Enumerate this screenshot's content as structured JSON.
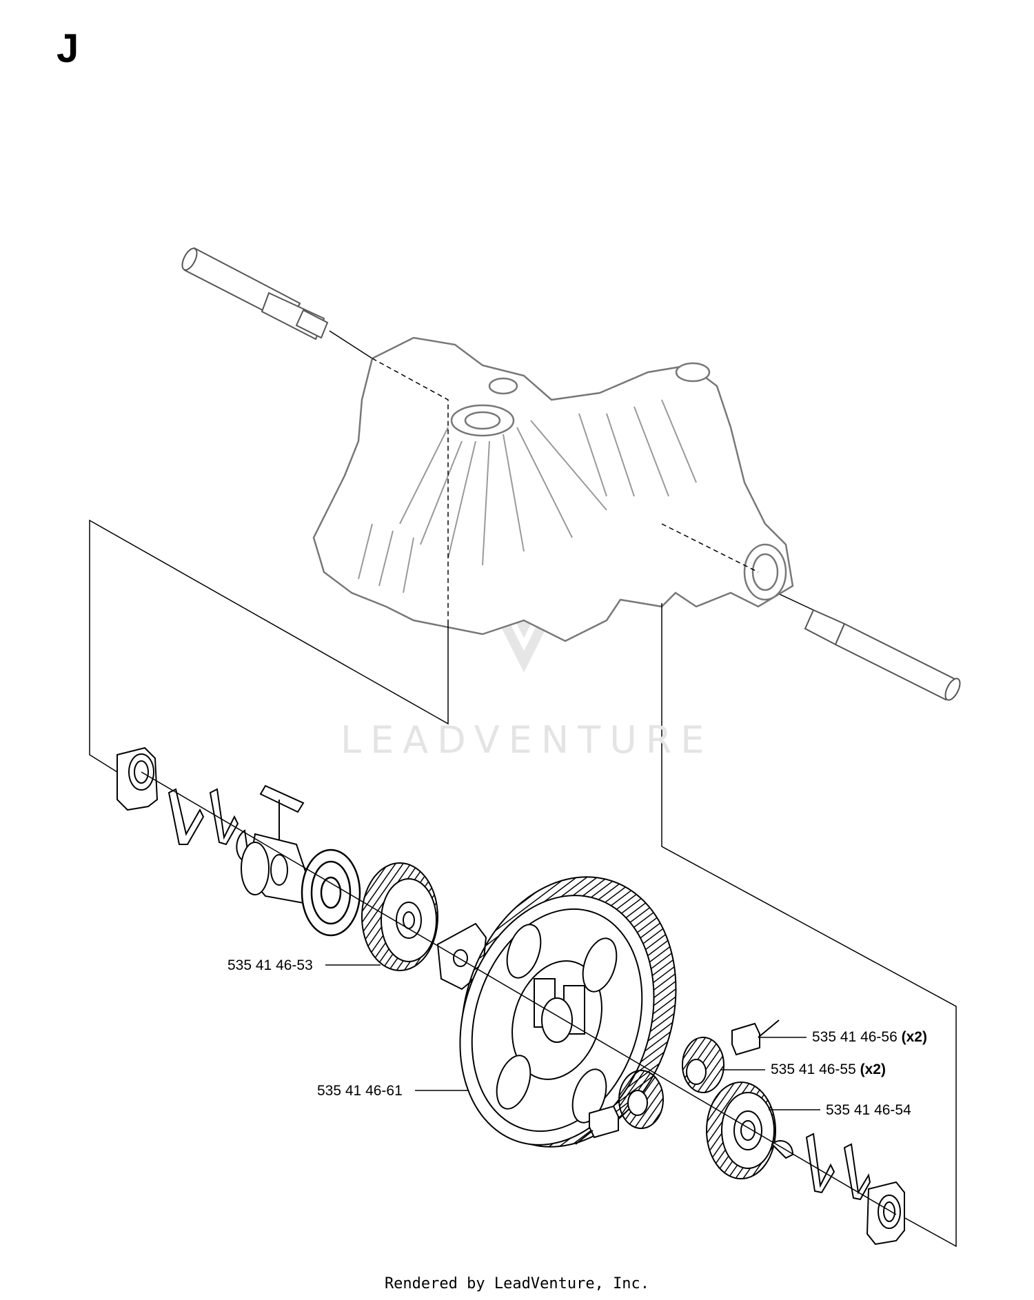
{
  "diagram": {
    "section_letter": "J",
    "watermark": "LEADVENTURE",
    "footer": "Rendered by LeadVenture, Inc.",
    "callouts": [
      {
        "part_number": "535 41 46-53",
        "qty": ""
      },
      {
        "part_number": "535 41 46-61",
        "qty": ""
      },
      {
        "part_number": "535 41 46-56",
        "qty": "(x2)"
      },
      {
        "part_number": "535 41 46-55",
        "qty": "(x2)"
      },
      {
        "part_number": "535 41 46-54",
        "qty": ""
      }
    ]
  }
}
